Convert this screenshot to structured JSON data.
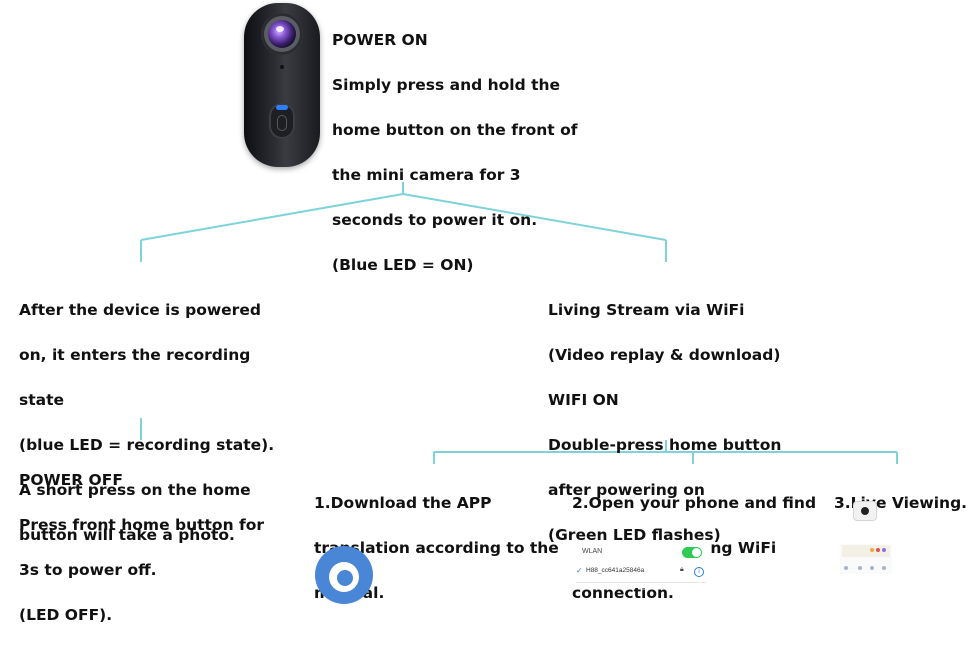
{
  "top": {
    "lines": [
      "POWER ON",
      "Simply press and hold the",
      "home button on the front of",
      "the mini camera for 3",
      "seconds to power it on.",
      " (Blue LED = ON)"
    ]
  },
  "left": {
    "lines": [
      "After the device is powered",
      "on, it enters the recording",
      "state",
      "(blue LED = recording state).",
      "A short press on the home",
      "button will take a photo."
    ]
  },
  "right": {
    "lines": [
      "Living Stream via WiFi",
      "(Video replay & download)",
      "WIFI ON",
      "Double-press home button",
      "after powering on",
      " (Green LED flashes)"
    ]
  },
  "power_off": {
    "lines": [
      "POWER OFF",
      "Press front home button for",
      "3s to power off.",
      " (LED OFF)."
    ]
  },
  "step1": {
    "lines": [
      "1.Download the APP",
      "translation according to the",
      "manual."
    ]
  },
  "step2": {
    "lines": [
      "2.Open your phone and find",
      "the corresponding WiFi",
      "connection."
    ]
  },
  "step3": {
    "lines": [
      "3.Live Viewing."
    ]
  },
  "wifi_screenshot": {
    "label": "WLAN",
    "ssid": "H88_cc641a25846a",
    "toggle_on": true
  },
  "colors": {
    "connector": "#7dd3d8",
    "text": "#111111",
    "led_blue": "#2d7dff",
    "toggle_green": "#2ecc55",
    "app_blue": "#4a86d6"
  },
  "icons": [
    "mini-camera-image",
    "app-logo-icon",
    "wifi-toggle-icon",
    "camera-app-icon"
  ]
}
